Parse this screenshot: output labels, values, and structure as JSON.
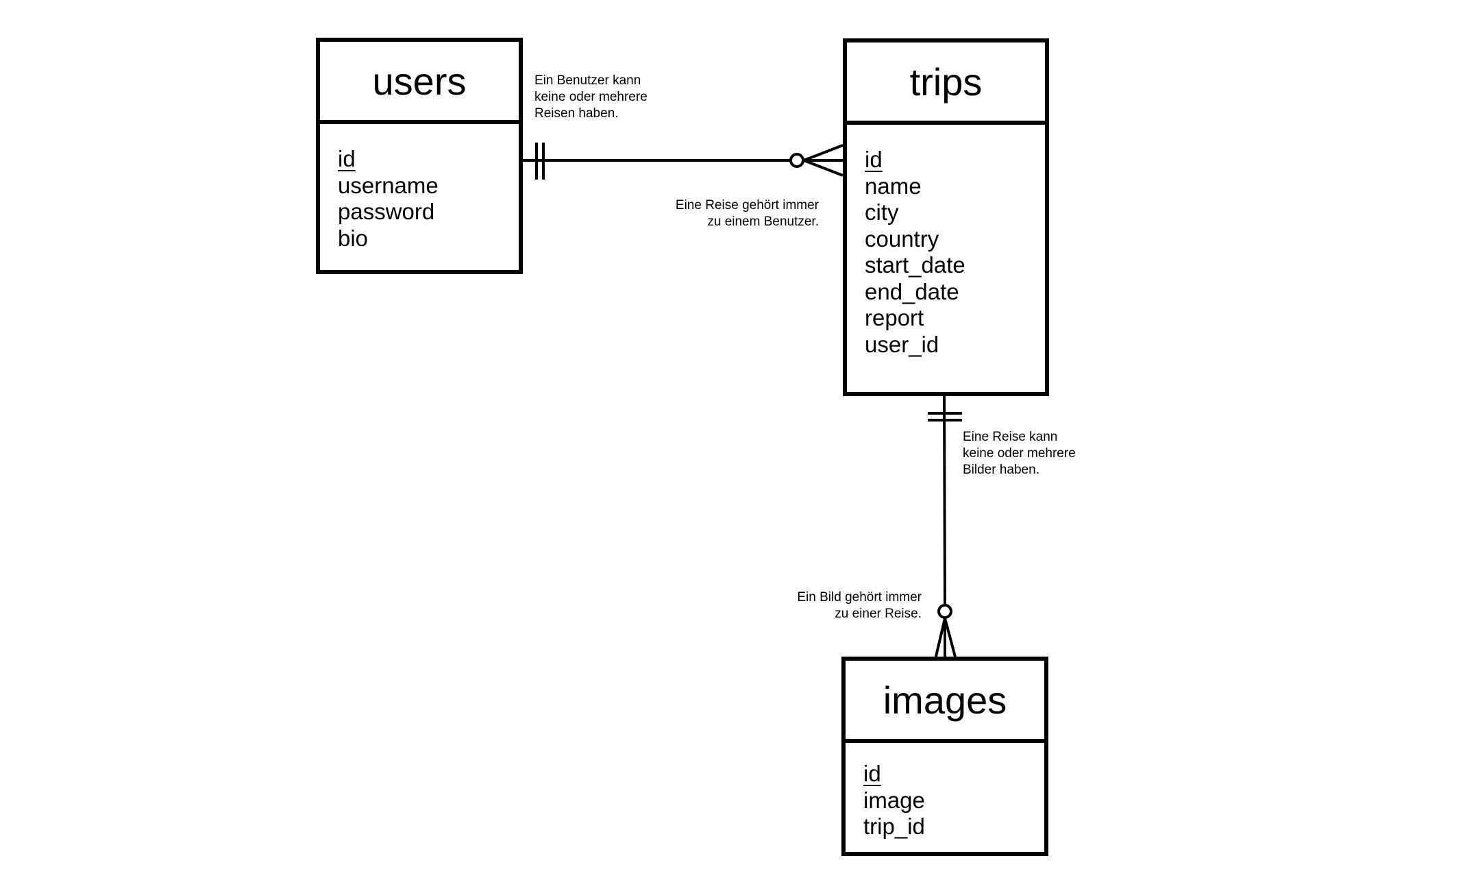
{
  "entities": {
    "users": {
      "title": "users",
      "attributes": [
        {
          "text": "id",
          "primary_key": true
        },
        {
          "text": "username"
        },
        {
          "text": "password"
        },
        {
          "text": "bio"
        }
      ]
    },
    "trips": {
      "title": "trips",
      "attributes": [
        {
          "text": "id",
          "primary_key": true
        },
        {
          "text": "name"
        },
        {
          "text": "city"
        },
        {
          "text": "country"
        },
        {
          "text": "start_date"
        },
        {
          "text": "end_date"
        },
        {
          "text": "report"
        },
        {
          "text": "user_id"
        }
      ]
    },
    "images": {
      "title": "images",
      "attributes": [
        {
          "text": "id",
          "primary_key": true
        },
        {
          "text": "image"
        },
        {
          "text": "trip_id"
        }
      ]
    }
  },
  "relationships": [
    {
      "from": "users",
      "to": "trips",
      "from_cardinality": "exactly-one",
      "to_cardinality": "zero-or-many",
      "note_from": [
        "Ein Benutzer kann",
        "keine oder mehrere",
        "Reisen haben."
      ],
      "note_to": [
        "Eine Reise gehört immer",
        "zu einem Benutzer."
      ]
    },
    {
      "from": "trips",
      "to": "images",
      "from_cardinality": "exactly-one",
      "to_cardinality": "zero-or-many",
      "note_from": [
        "Eine Reise kann",
        "keine oder mehrere",
        "Bilder haben."
      ],
      "note_to": [
        "Ein Bild gehört immer",
        "zu einer Reise."
      ]
    }
  ]
}
